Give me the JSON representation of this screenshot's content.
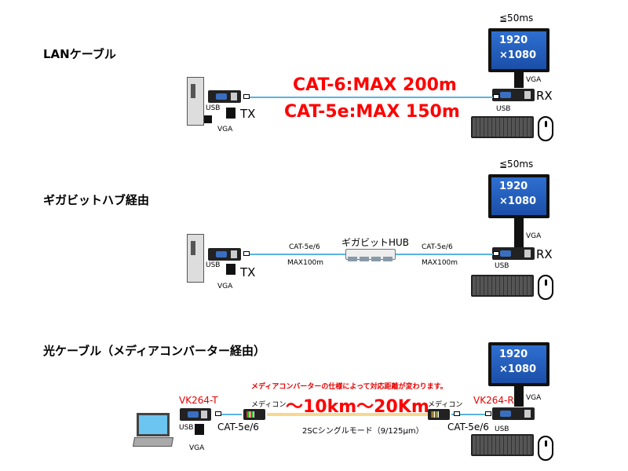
{
  "sections": [
    {
      "title": "LANケーブル",
      "latency": "≦50ms",
      "screen_line1": "1920",
      "screen_line2": "×1080",
      "distance_line1": "CAT-6:MAX 200m",
      "distance_line2": "CAT-5e:MAX 150m",
      "tx_label": "TX",
      "rx_label": "RX",
      "usb_label": "USB",
      "vga_label": "VGA"
    },
    {
      "title": "ギガビットハブ経由",
      "latency": "≦50ms",
      "screen_line1": "1920",
      "screen_line2": "×1080",
      "hub_label": "ギガビットHUB",
      "cable_left": "CAT-5e/6",
      "cable_right": "CAT-5e/6",
      "max_left": "MAX100m",
      "max_right": "MAX100m",
      "tx_label": "TX",
      "rx_label": "RX",
      "usb_label": "USB",
      "vga_label": "VGA"
    },
    {
      "title": "光ケーブル（メディアコンバーター経由）",
      "screen_line1": "1920",
      "screen_line2": "×1080",
      "note": "メディアコンバーターの仕様によって対応距離が変わります。",
      "distance": "～10km～20Km",
      "fiber_label": "2SCシングルモード（9/125μm）",
      "tx_model": "VK264-T",
      "rx_model": "VK264-R",
      "converter_left": "メディコン",
      "converter_right": "メディコン",
      "cable_left": "CAT-5e/6",
      "cable_right": "CAT-5e/6",
      "usb_label": "USB",
      "vga_label": "VGA"
    }
  ],
  "colors": {
    "cable": "#5ab4dc",
    "fiber": "#f6d88e",
    "accent_red": "#ff0000",
    "screen": "#2f6fd0"
  }
}
